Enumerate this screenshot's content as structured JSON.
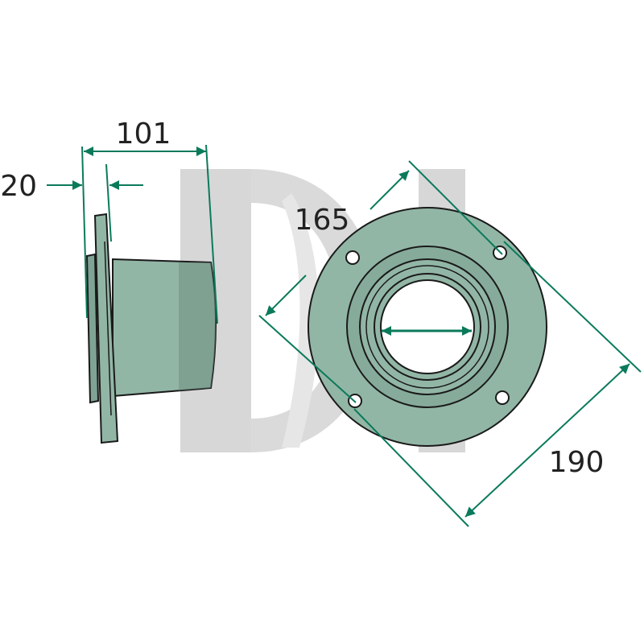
{
  "drawing": {
    "dimensions": {
      "flange_thickness": "20",
      "overall_length": "101",
      "bolt_circle": "165",
      "outer_diameter": "190"
    },
    "colors": {
      "part_fill": "#92b6a6",
      "part_fill_dark": "#7fa394",
      "outline": "#1a1a1a",
      "dimension_line": "#0b7a5b",
      "watermark": "#d2d2d2",
      "background": "#ffffff"
    }
  }
}
